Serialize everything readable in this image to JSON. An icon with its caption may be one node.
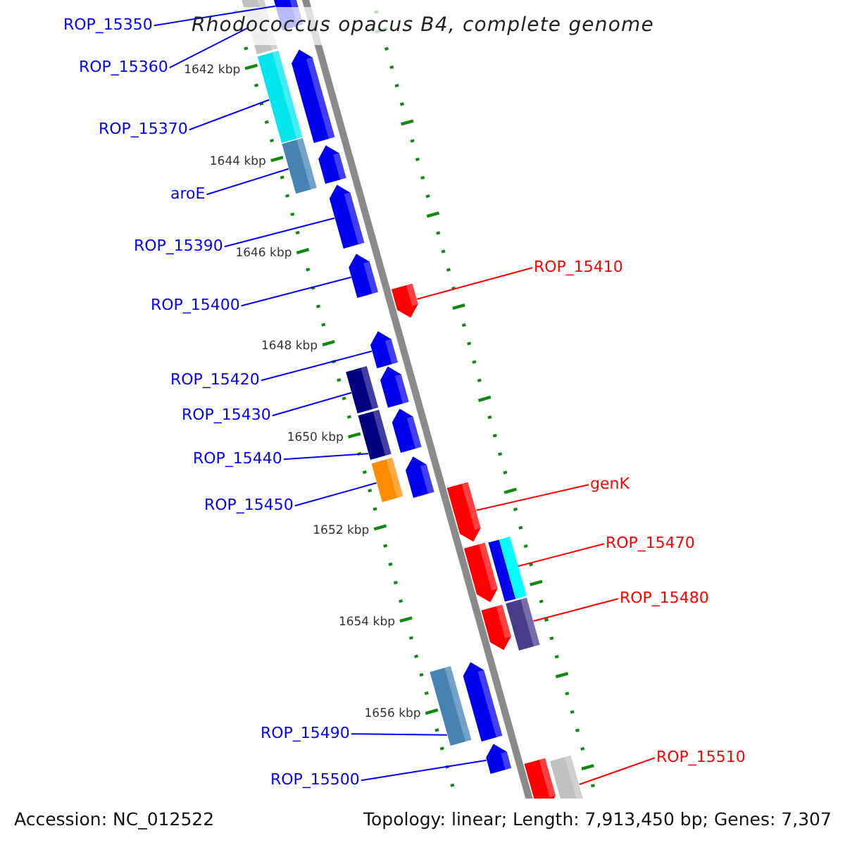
{
  "diagram": {
    "title": "Rhodococcus opacus B4, complete genome",
    "nodes": [
      {
        "text": [
          "ROP_15350"
        ]
      },
      {
        "text": [
          "ROP_15360"
        ]
      },
      {
        "text": [
          "ROP_15370"
        ]
      },
      {
        "text": [
          "aroE"
        ]
      },
      {
        "text": [
          "ROP_15390"
        ]
      },
      {
        "text": [
          "ROP_15400"
        ]
      },
      {
        "text": [
          "ROP_15410"
        ]
      },
      {
        "text": [
          "ROP_15420"
        ]
      },
      {
        "text": [
          "ROP_15430"
        ]
      },
      {
        "text": [
          "ROP_15440"
        ]
      },
      {
        "text": [
          "genK"
        ]
      },
      {
        "text": [
          "ROP_15450"
        ]
      },
      {
        "text": [
          "ROP_15470"
        ]
      },
      {
        "text": [
          "ROP_15480"
        ]
      },
      {
        "text": [
          "ROP_15490"
        ]
      },
      {
        "text": [
          "ROP_15510"
        ]
      },
      {
        "text": [
          "ROP_15500"
        ]
      },
      {
        "text": [],
        "shape": "pentagon"
      },
      {
        "text": [],
        "shape": "bar"
      },
      {
        "text": [],
        "shape": "bar"
      },
      {
        "text": [],
        "shape": "bar"
      },
      {
        "text": [],
        "shape": "pentagon"
      },
      {
        "text": [],
        "shape": "pentagon"
      },
      {
        "text": [],
        "shape": "pentagon"
      },
      {
        "text": [],
        "shape": "pentagon"
      },
      {
        "text": [],
        "shape": "bar"
      },
      {
        "text": [],
        "shape": "bar"
      },
      {
        "text": [],
        "shape": "pentagon"
      },
      {
        "text": [],
        "shape": "bar"
      },
      {
        "text": [],
        "shape": "bar"
      },
      {
        "text": [],
        "shape": "bar"
      },
      {
        "text": [],
        "shape": "bar"
      },
      {
        "text": [],
        "shape": "bar"
      },
      {
        "text": [],
        "shape": "pentagon"
      },
      {
        "text": [],
        "shape": "pentagon"
      },
      {
        "text": [],
        "shape": "pentagon"
      },
      {
        "text": [],
        "shape": "pentagon"
      },
      {
        "text": [],
        "shape": "pentagon"
      },
      {
        "text": [],
        "shape": "pentagon"
      },
      {
        "text": [],
        "shape": "pentagon"
      },
      {
        "text": [],
        "shape": "pentagon"
      },
      {
        "text": [],
        "shape": "pentagon"
      },
      {
        "text": [],
        "shape": "pentagon"
      }
    ],
    "edges": [
      {
        "from": 0,
        "to": 17,
        "arrow": "none"
      },
      {
        "from": 1,
        "to": 18,
        "arrow": "none"
      },
      {
        "from": 2,
        "to": 19,
        "arrow": "none"
      },
      {
        "from": 3,
        "to": 20,
        "arrow": "none"
      },
      {
        "from": 4,
        "to": 21,
        "arrow": "none"
      },
      {
        "from": 5,
        "to": 22,
        "arrow": "none"
      },
      {
        "from": 6,
        "to": 23,
        "arrow": "none",
        "color": "#ff0000"
      },
      {
        "from": 7,
        "to": 24,
        "arrow": "none"
      },
      {
        "from": 8,
        "to": 25,
        "arrow": "none"
      },
      {
        "from": 9,
        "to": 26,
        "arrow": "none"
      },
      {
        "from": 10,
        "to": 27,
        "arrow": "none",
        "color": "#ff0000"
      },
      {
        "from": 11,
        "to": 28,
        "arrow": "none"
      },
      {
        "from": 12,
        "to": 29,
        "arrow": "none",
        "color": "#ff0000"
      },
      {
        "from": 13,
        "to": 30,
        "arrow": "none",
        "color": "#ff0000"
      },
      {
        "from": 14,
        "to": 31,
        "arrow": "none"
      },
      {
        "from": 15,
        "to": 32,
        "arrow": "none",
        "color": "#ff0000"
      },
      {
        "from": 16,
        "to": 33,
        "arrow": "none"
      }
    ],
    "labels": [
      "1642 kbp",
      "1644 kbp",
      "1646 kbp",
      "1648 kbp",
      "1650 kbp",
      "1652 kbp",
      "1654 kbp",
      "1656 kbp",
      "Accession: NC_012522",
      "Topology: linear; Length: 7,913,450 bp; Genes: 7,307"
    ]
  }
}
